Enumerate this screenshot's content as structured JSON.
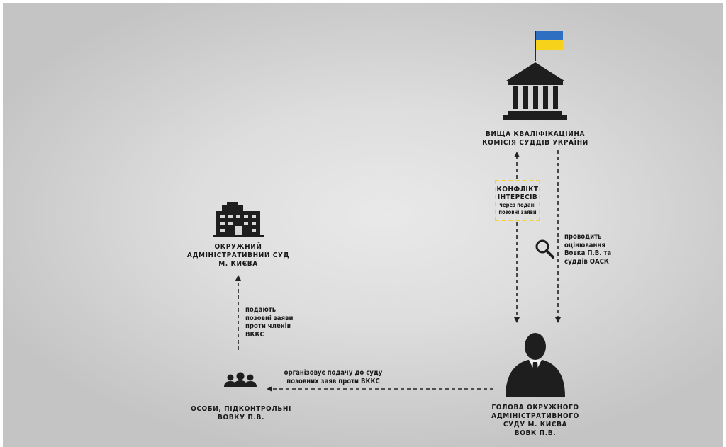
{
  "nodes": {
    "vkks": {
      "label_line1": "ВИЩА КВАЛІФІКАЦІЙНА",
      "label_line2": "КОМІСІЯ СУДДІВ УКРАЇНИ"
    },
    "oask": {
      "label_line1": "ОКРУЖНИЙ",
      "label_line2": "АДМІНІСТРАТИВНИЙ СУД",
      "label_line3": "М. КИЄВА"
    },
    "head": {
      "label_line1": "ГОЛОВА ОКРУЖНОГО",
      "label_line2": "АДМІНІСТРАТИВНОГО",
      "label_line3": "СУДУ М. КИЄВА",
      "label_line4": "ВОВК П.В."
    },
    "persons": {
      "label_line1": "ОСОБИ, ПІДКОНТРОЛЬНІ",
      "label_line2": "ВОВКУ П.В."
    }
  },
  "edges": {
    "conflict": {
      "title_line1": "КОНФЛІКТ",
      "title_line2": "ІНТЕРЕСІВ",
      "sub_line1": "через подані",
      "sub_line2": "позовні заяви"
    },
    "evaluation": {
      "line1": "проводить",
      "line2": "оцінювання",
      "line3": "Вовка П.В. та",
      "line4": "суддів ОАСК"
    },
    "organizes": {
      "line1": "організовує подачу до суду",
      "line2": "позовних заяв проти ВККС"
    },
    "file_claims": {
      "line1": "подають",
      "line2": "позовні заяви",
      "line3": "проти членів",
      "line4": "ВККС"
    }
  },
  "colors": {
    "icon": "#1e1e1e",
    "flag_blue": "#2f6fc1",
    "flag_yellow": "#f6d21a",
    "conflict_border": "#f0d23a",
    "arrow": "#222222"
  },
  "icons": [
    "flag-icon",
    "courthouse-icon",
    "office-building-icon",
    "businessman-icon",
    "group-of-people-icon",
    "magnifier-icon"
  ]
}
